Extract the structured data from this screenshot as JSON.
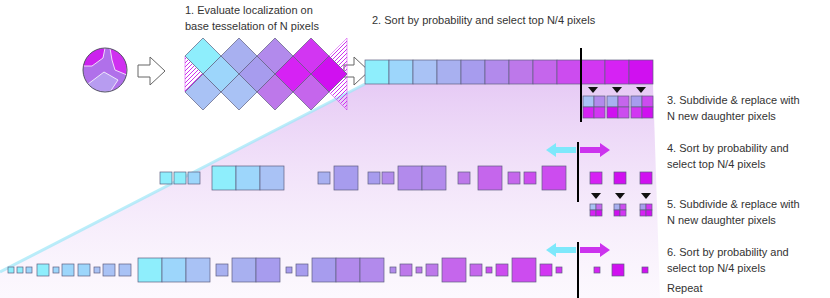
{
  "diagram": {
    "labels": [
      "1. Evaluate localization on base tesselation of N pixels",
      "2. Sort by probability and select top N/4 pixels",
      "3. Subdivide & replace with N new daughter pixels",
      "4. Sort by probability and select top N/4 pixels",
      "5. Subdivide & replace with N new daughter pixels",
      "6. Sort by probability and select top N/4 pixels",
      "Repeat"
    ]
  }
}
